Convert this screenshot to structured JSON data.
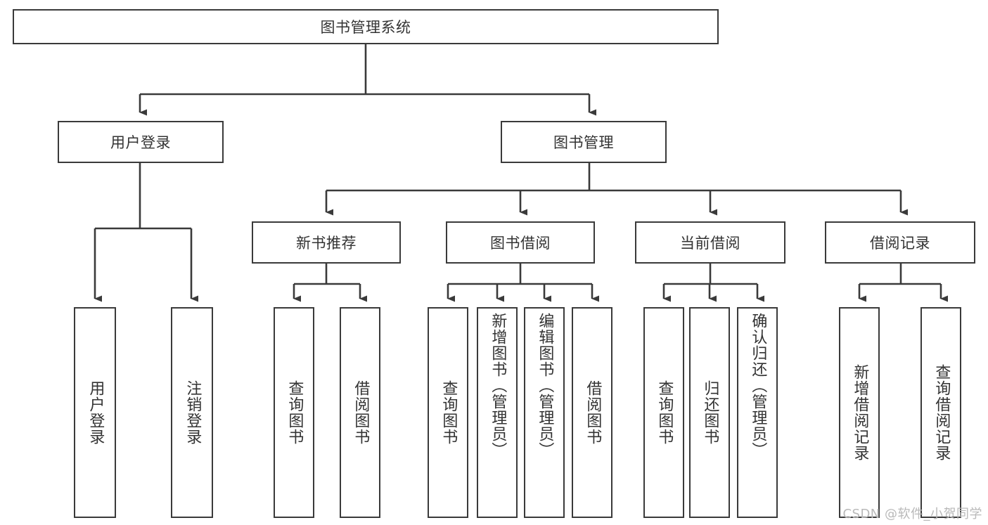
{
  "diagram": {
    "type": "tree",
    "title": "图书管理系统",
    "watermark": "CSDN @软件_小贺同学",
    "colors": {
      "background": "#ffffff",
      "box_border": "#3a3a3a",
      "box_fill": "#ffffff",
      "text": "#333333",
      "connector": "#3a3a3a",
      "watermark": "#b9b9b9"
    },
    "levels": {
      "root": {
        "label": "图书管理系统"
      },
      "level2": [
        {
          "label": "用户登录"
        },
        {
          "label": "图书管理"
        }
      ],
      "level3": [
        {
          "label": "新书推荐"
        },
        {
          "label": "图书借阅"
        },
        {
          "label": "当前借阅"
        },
        {
          "label": "借阅记录"
        }
      ],
      "leaves": {
        "user_login": [
          {
            "label": "用户登录"
          },
          {
            "label": "注销登录"
          }
        ],
        "new_book_recommend": [
          {
            "label": "查询图书"
          },
          {
            "label": "借阅图书"
          }
        ],
        "book_borrow": [
          {
            "label": "查询图书"
          },
          {
            "label": "新增图书（管理员）"
          },
          {
            "label": "编辑图书（管理员）"
          },
          {
            "label": "借阅图书"
          }
        ],
        "current_borrow": [
          {
            "label": "查询图书"
          },
          {
            "label": "归还图书"
          },
          {
            "label": "确认归还（管理员）"
          }
        ],
        "borrow_record": [
          {
            "label": "新增借阅记录"
          },
          {
            "label": "查询借阅记录"
          }
        ]
      }
    }
  }
}
